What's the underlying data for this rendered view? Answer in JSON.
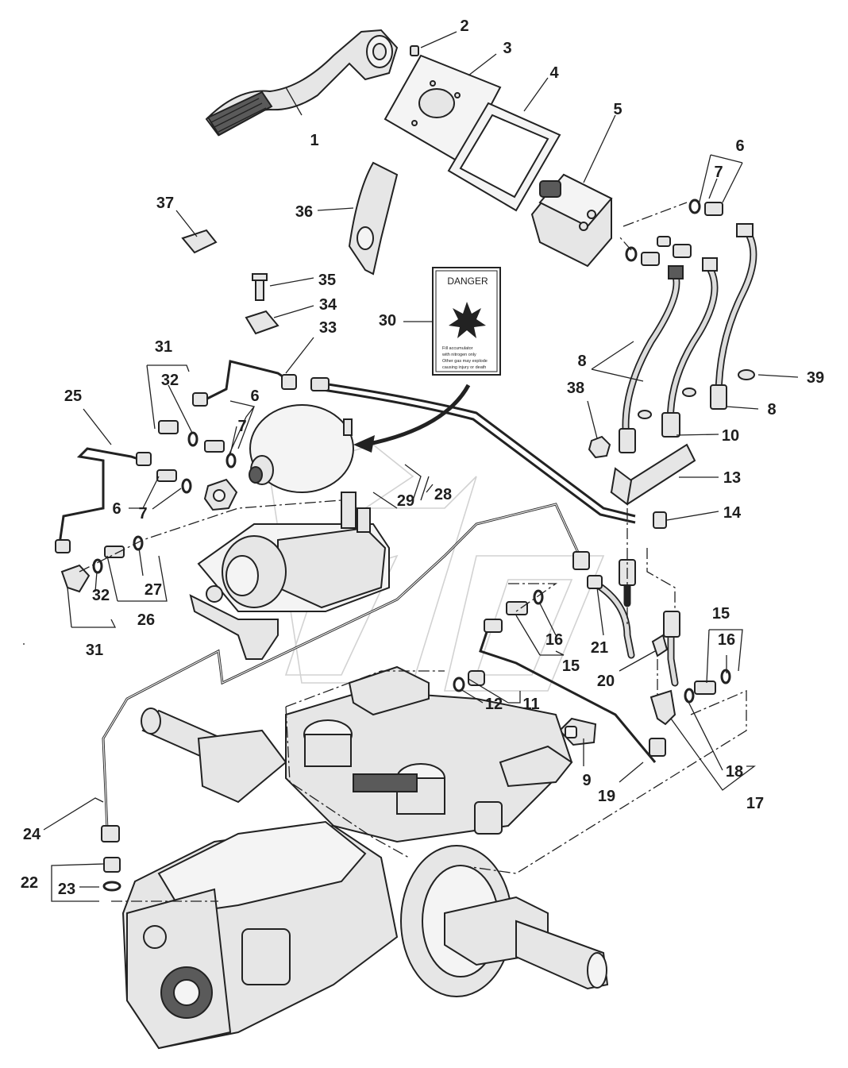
{
  "decal": {
    "heading": "DANGER",
    "line1": "Fill accumulator",
    "line2": "with nitrogen only",
    "line3": "Other gas may explode",
    "line4": "causing injury or death"
  },
  "callouts": [
    {
      "id": "c1",
      "text": "1"
    },
    {
      "id": "c2",
      "text": "2"
    },
    {
      "id": "c3",
      "text": "3"
    },
    {
      "id": "c4",
      "text": "4"
    },
    {
      "id": "c5",
      "text": "5"
    },
    {
      "id": "c6a",
      "text": "6"
    },
    {
      "id": "c7a",
      "text": "7"
    },
    {
      "id": "c37",
      "text": "37"
    },
    {
      "id": "c36",
      "text": "36"
    },
    {
      "id": "c35",
      "text": "35"
    },
    {
      "id": "c34",
      "text": "34"
    },
    {
      "id": "c33",
      "text": "33"
    },
    {
      "id": "c30",
      "text": "30"
    },
    {
      "id": "c8a",
      "text": "8"
    },
    {
      "id": "c39",
      "text": "39"
    },
    {
      "id": "c38",
      "text": "38"
    },
    {
      "id": "c8b",
      "text": "8"
    },
    {
      "id": "c10",
      "text": "10"
    },
    {
      "id": "c13",
      "text": "13"
    },
    {
      "id": "c14",
      "text": "14"
    },
    {
      "id": "c31a",
      "text": "31"
    },
    {
      "id": "c32a",
      "text": "32"
    },
    {
      "id": "c25",
      "text": "25"
    },
    {
      "id": "c6b",
      "text": "6"
    },
    {
      "id": "c7b",
      "text": "7"
    },
    {
      "id": "c6c",
      "text": "6"
    },
    {
      "id": "c7c",
      "text": "7"
    },
    {
      "id": "c29",
      "text": "29"
    },
    {
      "id": "c28",
      "text": "28"
    },
    {
      "id": "c27",
      "text": "27"
    },
    {
      "id": "c26",
      "text": "26"
    },
    {
      "id": "c32b",
      "text": "32"
    },
    {
      "id": "c31b",
      "text": "31"
    },
    {
      "id": "c21",
      "text": "21"
    },
    {
      "id": "c16a",
      "text": "16"
    },
    {
      "id": "c15a",
      "text": "15"
    },
    {
      "id": "c15b",
      "text": "15"
    },
    {
      "id": "c16b",
      "text": "16"
    },
    {
      "id": "c20",
      "text": "20"
    },
    {
      "id": "c12",
      "text": "12"
    },
    {
      "id": "c11",
      "text": "11"
    },
    {
      "id": "c9",
      "text": "9"
    },
    {
      "id": "c19",
      "text": "19"
    },
    {
      "id": "c18",
      "text": "18"
    },
    {
      "id": "c17",
      "text": "17"
    },
    {
      "id": "c24",
      "text": "24"
    },
    {
      "id": "c22",
      "text": "22"
    },
    {
      "id": "c23",
      "text": "23"
    }
  ]
}
